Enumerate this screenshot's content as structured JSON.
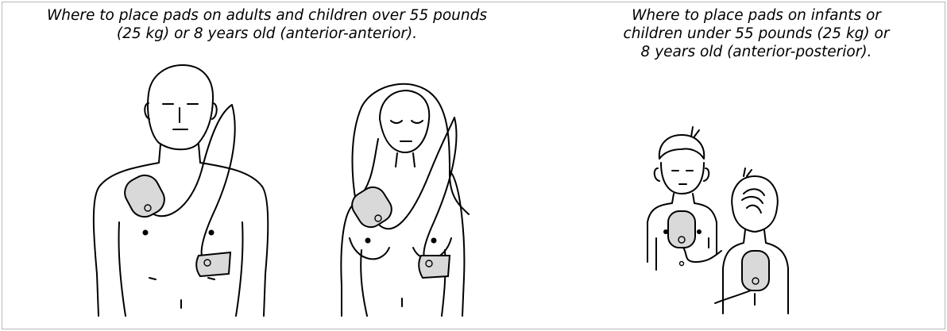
{
  "captions": {
    "adults": {
      "line1": "Where to place pads on adults and children over 55 pounds",
      "line2": "(25 kg) or 8 years old (anterior-anterior)."
    },
    "children": {
      "line1": "Where to place pads on infants or",
      "line2": "children under 55 pounds (25 kg) or",
      "line3": "8 years old (anterior-posterior)."
    }
  },
  "colors": {
    "pad_fill": "#d9d9d9",
    "outline": "#000000",
    "frame_border": "#b8b8b8"
  }
}
